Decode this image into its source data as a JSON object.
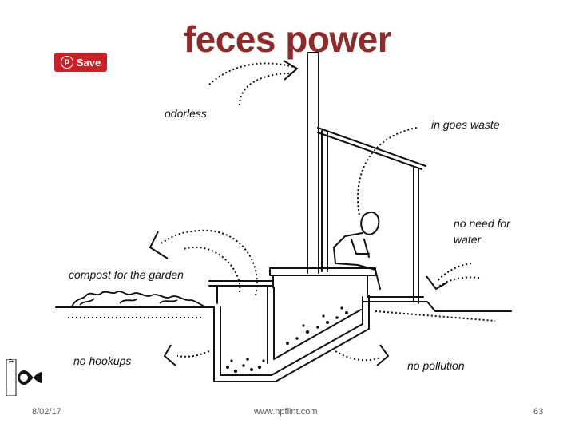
{
  "slide": {
    "title": "feces power",
    "save_button": "Save"
  },
  "labels": {
    "odorless": "odorless",
    "in_goes_waste": "in goes waste",
    "no_need_for_water_1": "no need for",
    "no_need_for_water_2": "water",
    "compost": "compost for the garden",
    "no_hookups": "no hookups",
    "no_pollution": "no pollution"
  },
  "logo": {
    "text": "npflint"
  },
  "footer": {
    "date": "8/02/17",
    "url": "www.npflint.com",
    "page": "63"
  }
}
